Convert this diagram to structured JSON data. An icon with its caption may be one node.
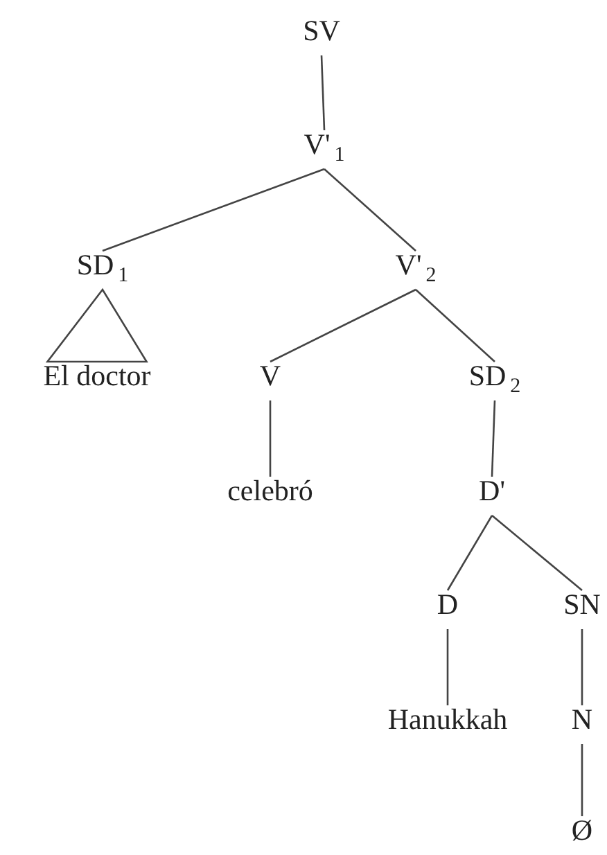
{
  "diagram": {
    "nodes": [
      {
        "text": [
          "SV"
        ]
      },
      {
        "text": [
          "V'$_{1}$"
        ]
      },
      {
        "text": [
          "SD$_{1}$"
        ]
      },
      {
        "text": [
          "V'$_{2}$"
        ]
      },
      {
        "text": [
          "El doctor"
        ]
      },
      {
        "text": [
          "V"
        ]
      },
      {
        "text": [
          "SD$_{2}$"
        ]
      },
      {
        "text": [
          "celebró"
        ]
      },
      {
        "text": [
          "D'"
        ]
      },
      {
        "text": [
          "D"
        ]
      },
      {
        "text": [
          "SN"
        ]
      },
      {
        "text": [
          "Hanukkah"
        ]
      },
      {
        "text": [
          "N"
        ]
      },
      {
        "text": [
          "Ø"
        ]
      }
    ],
    "edges": [
      {
        "from": 0,
        "to": 1,
        "arrow": "none"
      },
      {
        "from": 1,
        "to": 2,
        "arrow": "none"
      },
      {
        "from": 1,
        "to": 3,
        "arrow": "none"
      },
      {
        "from": 2,
        "to": 4,
        "arrow": "none"
      },
      {
        "from": 3,
        "to": 5,
        "arrow": "none"
      },
      {
        "from": 3,
        "to": 6,
        "arrow": "none"
      },
      {
        "from": 5,
        "to": 7,
        "arrow": "none"
      },
      {
        "from": 6,
        "to": 8,
        "arrow": "none"
      },
      {
        "from": 8,
        "to": 9,
        "arrow": "none"
      },
      {
        "from": 8,
        "to": 10,
        "arrow": "none"
      },
      {
        "from": 9,
        "to": 11,
        "arrow": "none"
      },
      {
        "from": 10,
        "to": 12,
        "arrow": "none"
      },
      {
        "from": 12,
        "to": 13,
        "arrow": "none"
      }
    ]
  }
}
